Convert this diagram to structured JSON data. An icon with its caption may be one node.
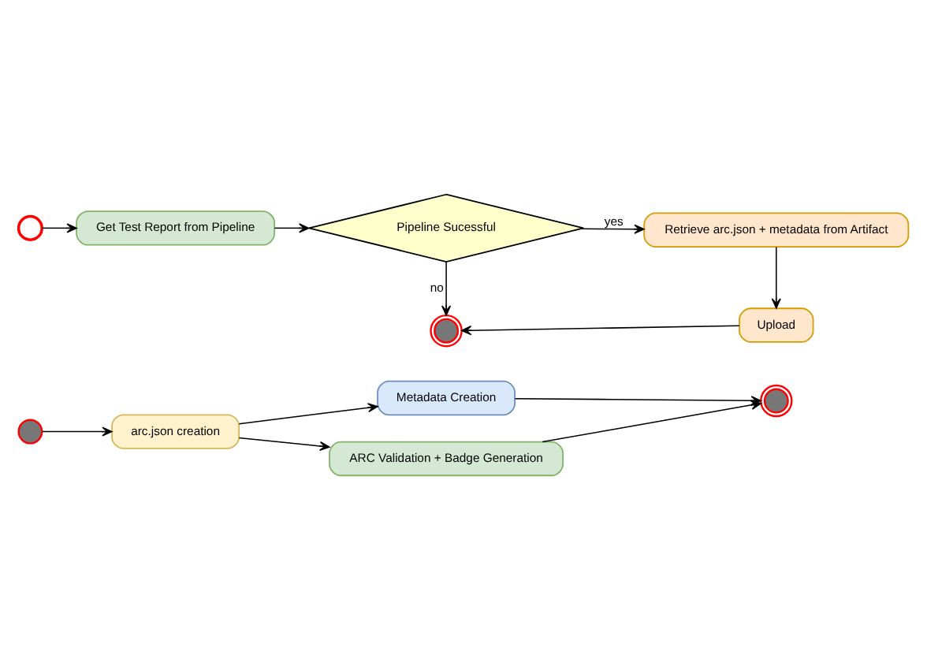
{
  "diagram": {
    "nodes": [
      {
        "text": [],
        "shape": "circle"
      },
      {
        "text": [
          "arc.json creation"
        ]
      },
      {
        "text": [
          "Metadata Creation"
        ]
      },
      {
        "text": [
          "ARC Validation + Badge Generation"
        ]
      },
      {
        "text": [],
        "shape": "circle"
      },
      {
        "text": [],
        "shape": "clock"
      },
      {
        "text": [
          "Get Test Report from Pipeline"
        ]
      },
      {
        "text": [
          "Pipeline Sucessful"
        ]
      },
      {
        "text": [
          "Retrieve arc.json + metadata from Artifact"
        ]
      },
      {
        "text": [
          "Upload"
        ]
      },
      {
        "text": [],
        "shape": "circle"
      }
    ],
    "edges": [
      {
        "from": 0,
        "to": 1,
        "arrow": "to"
      },
      {
        "from": 1,
        "to": 2,
        "arrow": "to"
      },
      {
        "from": 1,
        "to": 3,
        "arrow": "to"
      },
      {
        "from": 2,
        "to": 4,
        "arrow": "to"
      },
      {
        "from": 3,
        "to": 4,
        "arrow": "to"
      },
      {
        "from": 5,
        "to": 6,
        "arrow": "to"
      },
      {
        "from": 6,
        "to": 7,
        "arrow": "to"
      },
      {
        "from": 7,
        "to": 8,
        "arrow": "to",
        "label": "yes"
      },
      {
        "from": 7,
        "to": 10,
        "arrow": "to",
        "label": "no"
      },
      {
        "from": 8,
        "to": 9,
        "arrow": "to"
      },
      {
        "from": 9,
        "to": 10,
        "arrow": "to"
      }
    ]
  }
}
